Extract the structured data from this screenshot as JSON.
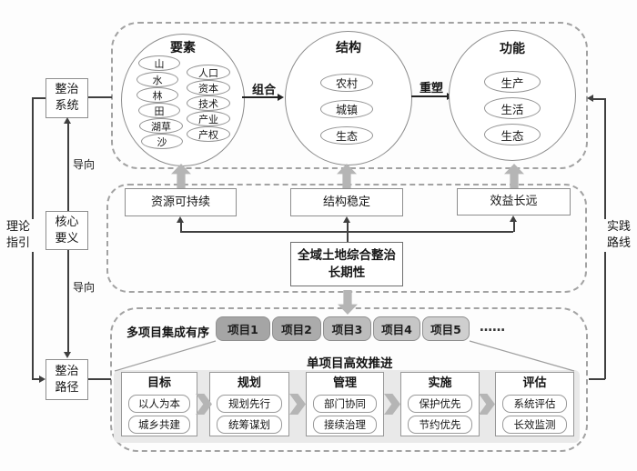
{
  "rails": {
    "theory_label": "理论指引",
    "practice_label": "实践路线",
    "system_box": "整治系统",
    "core_box": "核心要义",
    "path_box": "整治路径",
    "guide_up": "导向",
    "guide_down": "导向"
  },
  "top": {
    "elements": {
      "title": "要素",
      "left": [
        "山",
        "水",
        "林",
        "田",
        "湖草",
        "沙"
      ],
      "right": [
        "人口",
        "资本",
        "技术",
        "产业",
        "产权"
      ]
    },
    "combine": "组合",
    "structure": {
      "title": "结构",
      "items": [
        "农村",
        "城镇",
        "生态"
      ]
    },
    "reshape": "重塑",
    "functions": {
      "title": "功能",
      "items": [
        "生产",
        "生活",
        "生态"
      ]
    }
  },
  "middle": {
    "goals": [
      "资源可持续",
      "结构稳定",
      "效益长远"
    ],
    "core": "全域土地综合整治长期性"
  },
  "bottom": {
    "multi_label": "多项目集成有序",
    "projects": [
      {
        "label": "项目1",
        "color": "#a5a5a5"
      },
      {
        "label": "项目2",
        "color": "#ababab"
      },
      {
        "label": "项目3",
        "color": "#bcbcbc"
      },
      {
        "label": "项目4",
        "color": "#c6c6c6"
      },
      {
        "label": "项目5",
        "color": "#cfcfcf"
      }
    ],
    "ellipsis": "……",
    "single_label": "单项目高效推进",
    "columns": [
      {
        "title": "目标",
        "items": [
          "以人为本",
          "城乡共建"
        ]
      },
      {
        "title": "规划",
        "items": [
          "规划先行",
          "统筹谋划"
        ]
      },
      {
        "title": "管理",
        "items": [
          "部门协同",
          "接续治理"
        ]
      },
      {
        "title": "实施",
        "items": [
          "保护优先",
          "节约优先"
        ]
      },
      {
        "title": "评估",
        "items": [
          "系统评估",
          "长效监测"
        ]
      }
    ]
  },
  "colors": {
    "line": "#3f3f3f",
    "border": "#8d8d8d",
    "dash": "#a2a2a2",
    "arrow": "#b5b5b5",
    "panel": "#e9e9e9",
    "text": "#161616"
  }
}
